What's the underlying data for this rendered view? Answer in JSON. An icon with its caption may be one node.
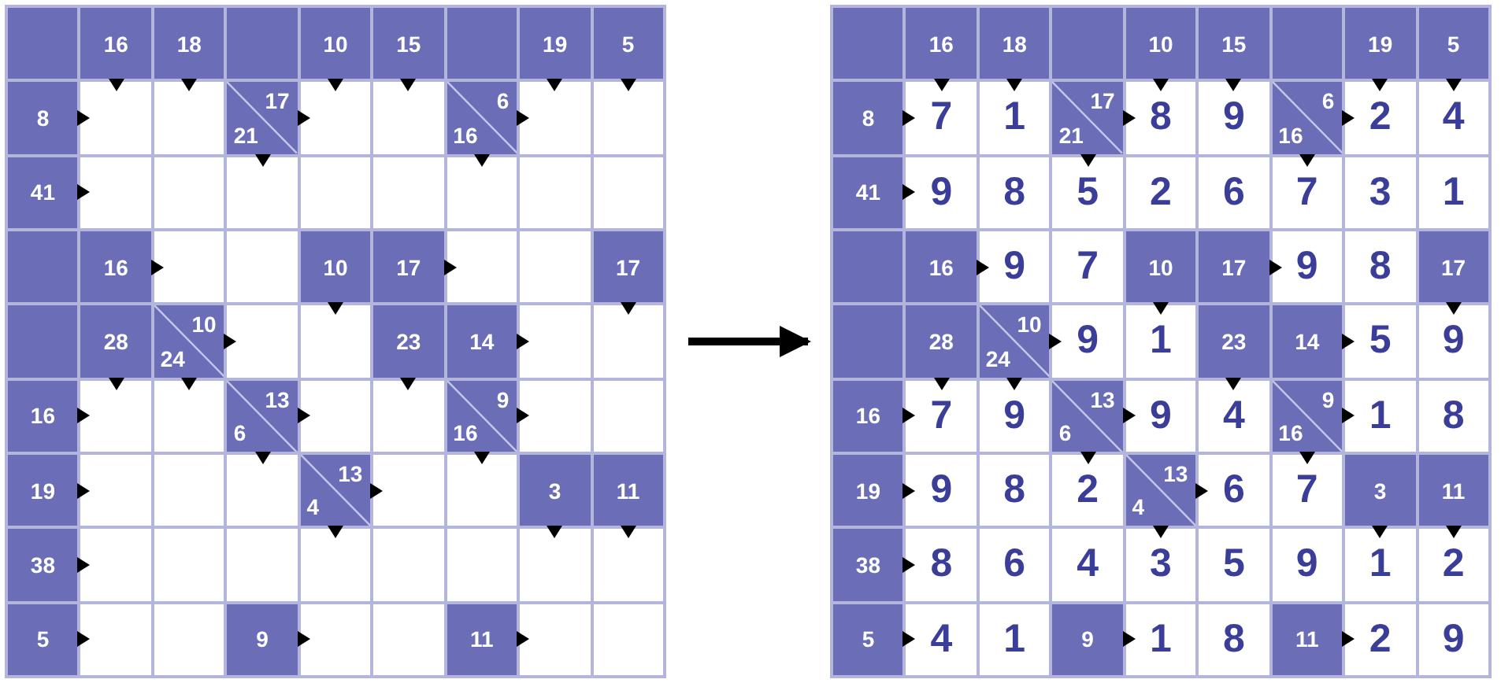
{
  "diagram": {
    "nodes": [
      {
        "text": [],
        "shape": "box"
      },
      {
        "text": [],
        "shape": "box"
      }
    ],
    "edges": [
      {
        "from": 0,
        "to": 1,
        "arrow": "to"
      }
    ],
    "labels": [
      "16",
      "18",
      "10",
      "15",
      "19",
      "5",
      "8",
      "17",
      "21",
      "6",
      "16",
      "41",
      "16",
      "10",
      "17",
      "17",
      "28",
      "10",
      "24",
      "23",
      "14",
      "16",
      "13",
      "6",
      "9",
      "16",
      "19",
      "13",
      "4",
      "3",
      "11",
      "38",
      "5",
      "9",
      "11",
      "16",
      "18",
      "10",
      "15",
      "19",
      "5",
      "8",
      "7",
      "1",
      "17",
      "21",
      "8",
      "9",
      "6",
      "16",
      "2",
      "4",
      "41",
      "9",
      "8",
      "5",
      "2",
      "6",
      "7",
      "3",
      "1",
      "16",
      "9",
      "7",
      "10",
      "17",
      "9",
      "8",
      "17",
      "28",
      "10",
      "24",
      "9",
      "1",
      "23",
      "14",
      "5",
      "9",
      "16",
      "7",
      "9",
      "13",
      "6",
      "9",
      "4",
      "9",
      "16",
      "1",
      "8",
      "19",
      "9",
      "8",
      "2",
      "13",
      "4",
      "6",
      "7",
      "3",
      "11",
      "38",
      "8",
      "6",
      "4",
      "3",
      "5",
      "9",
      "1",
      "2",
      "5",
      "4",
      "1",
      "9",
      "1",
      "8",
      "11",
      "2",
      "9"
    ]
  }
}
